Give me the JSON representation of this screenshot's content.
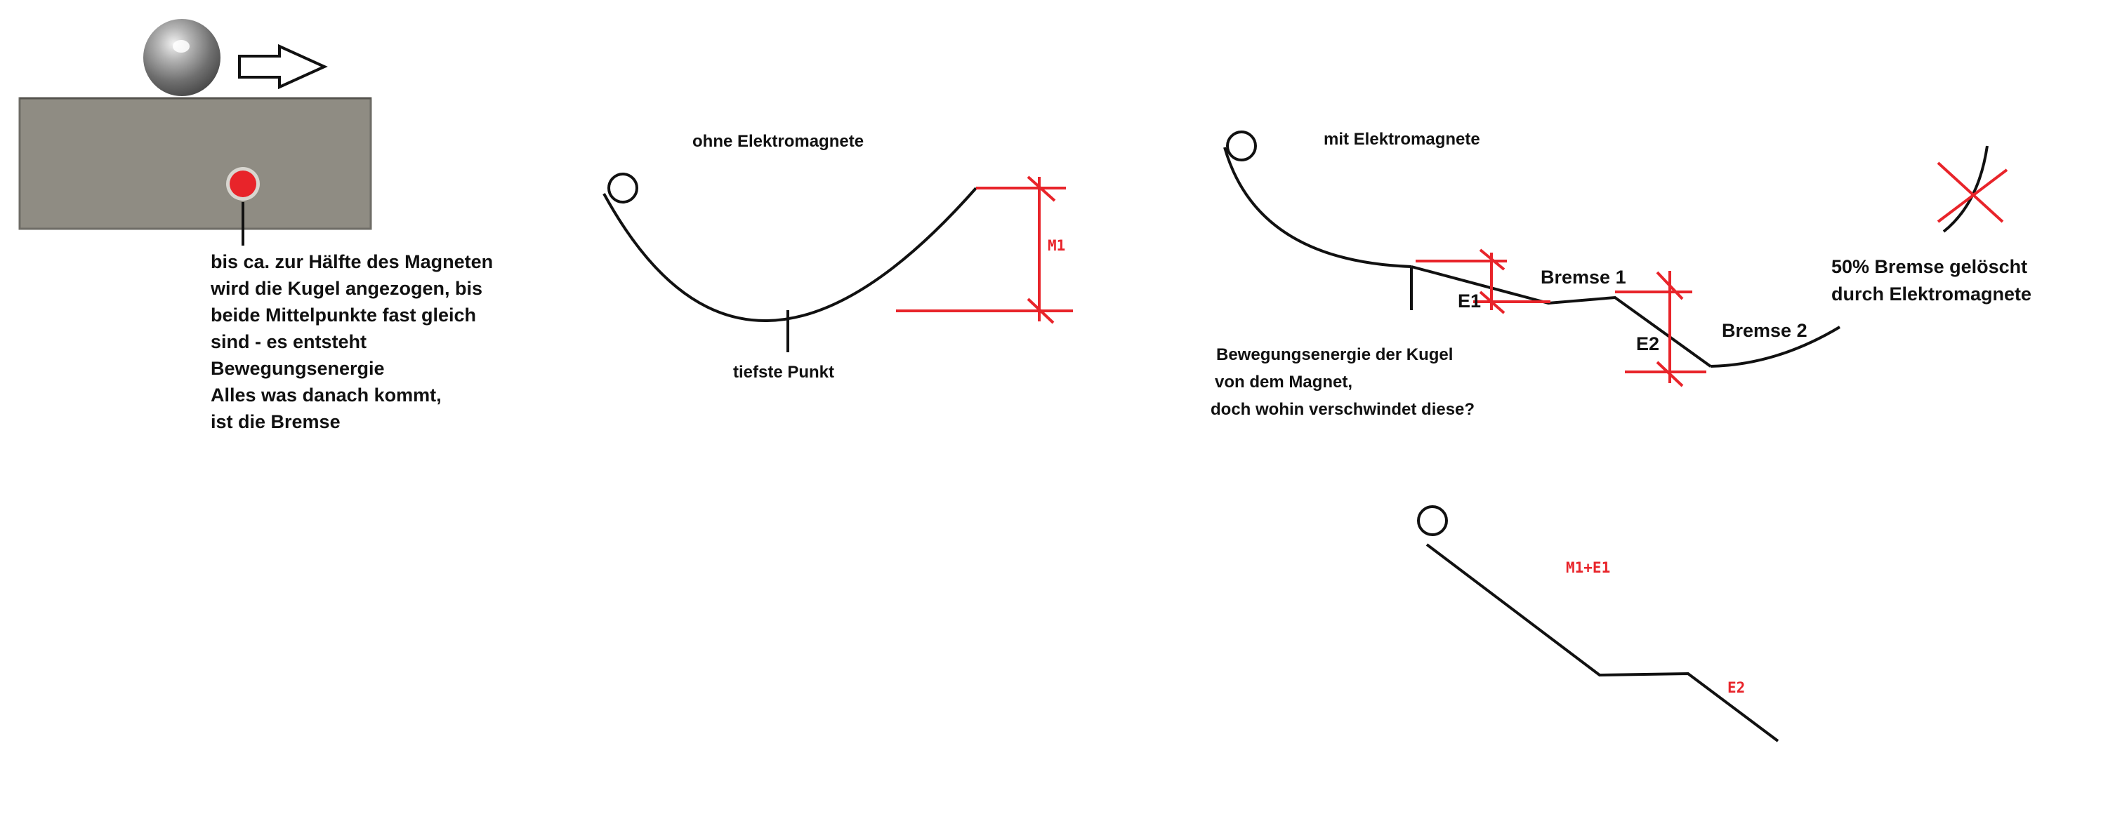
{
  "colors": {
    "ink": "#111111",
    "marker": "#e8242a",
    "plate": "#8f8c83",
    "plate_border": "#6e6c66",
    "ball": "#8a8a8a"
  },
  "icons": {
    "arrow": "right-arrow-icon",
    "ball": "steel-ball-icon",
    "magnet_dot": "red-dot-icon",
    "cross": "cross-mark-icon"
  },
  "panel1": {
    "text_lines": [
      "bis ca. zur Hälfte des Magneten",
      "wird die Kugel angezogen, bis",
      "beide Mittelpunkte fast gleich",
      "sind - es entsteht",
      "Bewegungsenergie",
      "Alles was danach kommt,",
      "ist die Bremse"
    ]
  },
  "panel2": {
    "title": "ohne Elektromagnete",
    "bottom_label": "tiefste Punkt",
    "height_label": "M1"
  },
  "panel3": {
    "title": "mit Elektromagnete",
    "e1_label": "E1",
    "e2_label": "E2",
    "brake1_label": "Bremse 1",
    "brake2_label": "Bremse 2",
    "note_lines": [
      "Bewegungsenergie der Kugel",
      "von dem Magnet,",
      "doch wohin verschwindet diese?"
    ],
    "deleted_lines": [
      "50% Bremse gelöscht",
      "durch Elektromagnete"
    ]
  },
  "panel4": {
    "sum_label": "M1+E1",
    "e2_label": "E2"
  }
}
